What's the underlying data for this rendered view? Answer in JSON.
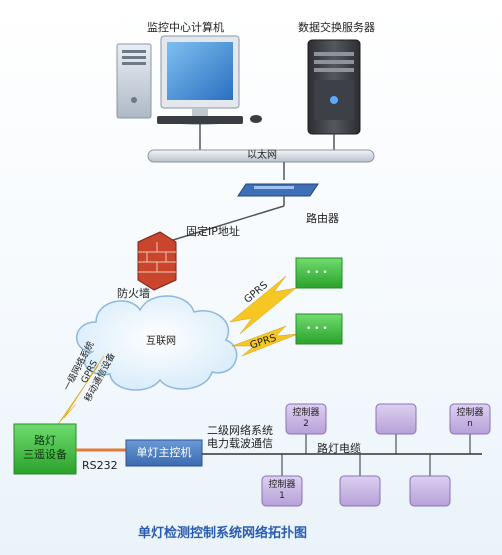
{
  "labels": {
    "monitor_pc": "监控中心计算机",
    "data_server": "数据交换服务器",
    "ethernet": "以太网",
    "router": "路由器",
    "fixed_ip": "固定IP地址",
    "firewall": "防火墙",
    "internet": "互联网",
    "gprs": "GPRS",
    "level1_line1": "一级网络系统",
    "level1_line2": "GPRS",
    "level1_line3": "移动通信设备",
    "street_device_line1": "路灯",
    "street_device_line2": "三遥设备",
    "rs232": "RS232",
    "main_controller": "单灯主控机",
    "level2_line1": "二级网络系统",
    "level2_line2": "电力载波通信",
    "light_cable": "路灯电缆",
    "controller_2_name": "控制器",
    "controller_2_num": "2",
    "controller_n_name": "控制器",
    "controller_n_num": "n",
    "controller_1_name": "控制器",
    "controller_1_num": "1",
    "remote_dots": "• • •"
  },
  "footer": {
    "title": "单灯检测控制系统网络拓扑图"
  },
  "colors": {
    "green_box": "#3fbf3f",
    "purple_box": "#c9b6e3",
    "blue_box": "#4a7fc1",
    "gprs_bolt": "#f6c623",
    "rs232_line": "#e07b39"
  }
}
